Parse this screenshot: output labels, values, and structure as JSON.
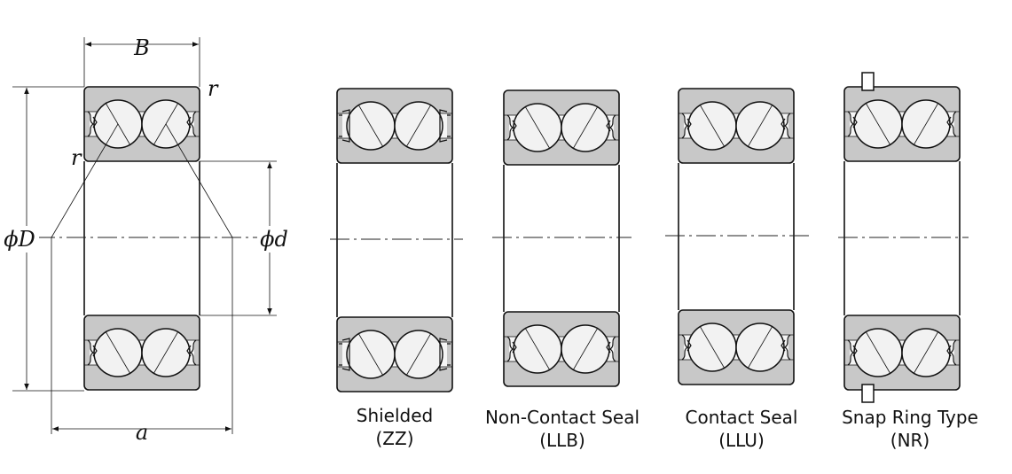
{
  "dimension_labels": {
    "width": "B",
    "outer_diameter": "ϕD",
    "bore_diameter": "ϕd",
    "spread": "a",
    "radius": "r"
  },
  "bearing_types": [
    {
      "name": "Shielded",
      "code": "(ZZ)"
    },
    {
      "name": "Non-Contact Seal",
      "code": "(LLB)"
    },
    {
      "name": "Contact Seal",
      "code": "(LLU)"
    },
    {
      "name": "Snap Ring Type",
      "code": "(NR)"
    }
  ]
}
